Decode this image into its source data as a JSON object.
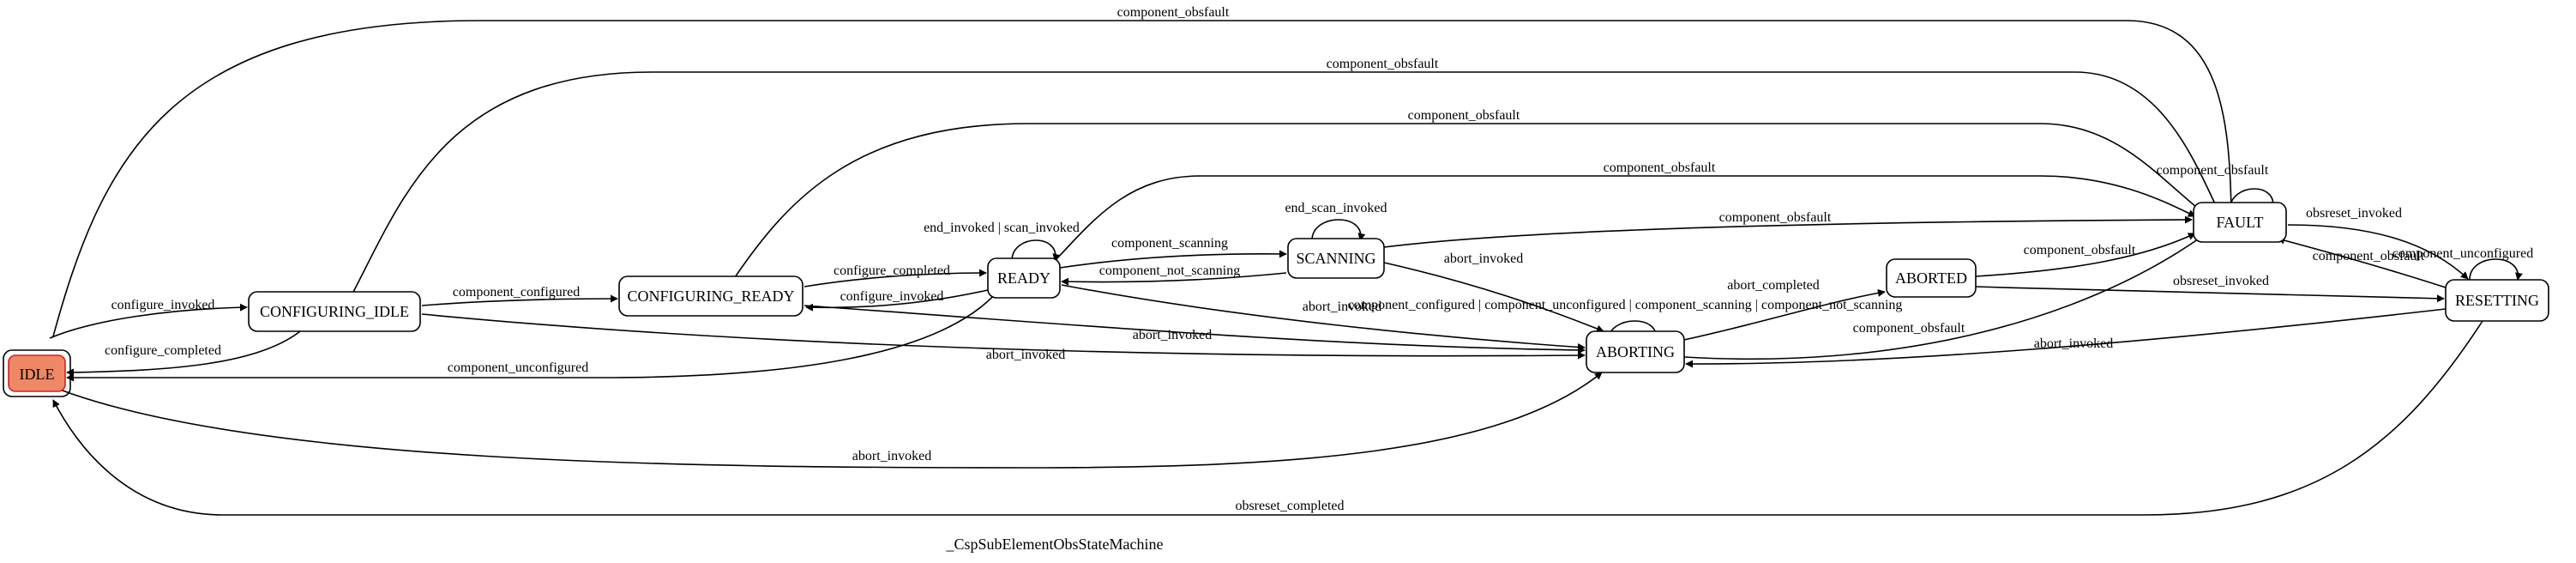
{
  "title": "_CspSubElementObsStateMachine",
  "colors": {
    "initial_fill": "#ee8866",
    "initial_stroke": "#cc2222"
  },
  "states": {
    "idle": "IDLE",
    "configuring_idle": "CONFIGURING_IDLE",
    "configuring_ready": "CONFIGURING_READY",
    "ready": "READY",
    "scanning": "SCANNING",
    "aborting": "ABORTING",
    "aborted": "ABORTED",
    "fault": "FAULT",
    "resetting": "RESETTING"
  },
  "transitions": {
    "idle_fault": "component_obsfault",
    "cfgidle_fault": "component_obsfault",
    "cfgready_fault": "component_obsfault",
    "ready_fault": "component_obsfault",
    "scanning_fault": "component_obsfault",
    "fault_self": "component_obsfault",
    "fault_resetting": "obsreset_invoked",
    "resetting_self": "component_unconfigured",
    "resetting_fault": "component_obsfault",
    "aborted_fault": "component_obsfault",
    "aborted_resetting": "obsreset_invoked",
    "idle_cfgidle": "configure_invoked",
    "cfgidle_idle": "configure_completed",
    "cfgidle_cfgready": "component_configured",
    "cfgready_ready": "configure_completed",
    "ready_cfgready": "configure_invoked",
    "ready_self": "end_invoked | scan_invoked",
    "ready_scanning": "component_scanning",
    "scanning_ready": "component_not_scanning",
    "scanning_self": "end_scan_invoked",
    "scanning_aborting": "abort_invoked",
    "ready_aborting": "abort_invoked",
    "cfgready_aborting": "abort_invoked",
    "cfgidle_aborting": "abort_invoked",
    "ready_idle": "component_unconfigured",
    "aborting_self": "component_configured | component_unconfigured | component_scanning | component_not_scanning",
    "aborting_aborted": "abort_completed",
    "aborting_fault": "component_obsfault",
    "resetting_aborting": "abort_invoked",
    "idle_aborting": "abort_invoked",
    "resetting_idle": "obsreset_completed"
  }
}
